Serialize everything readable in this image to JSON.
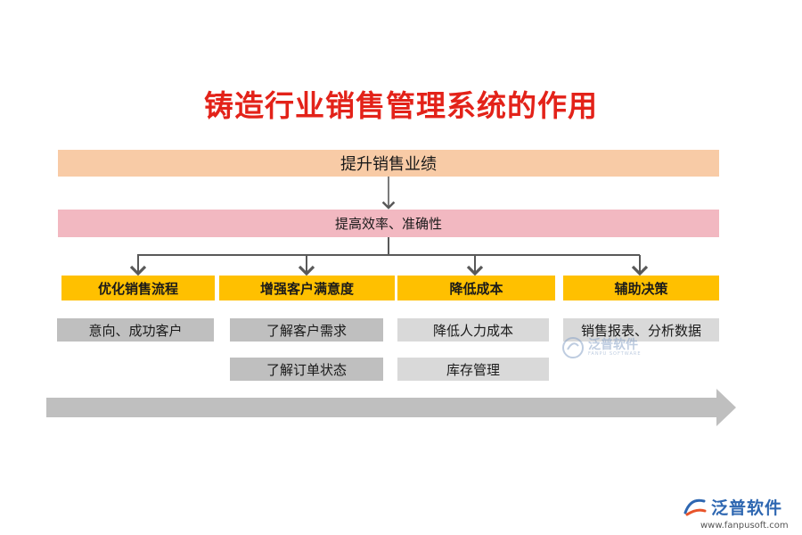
{
  "title": "铸造行业销售管理系统的作用",
  "top_box": "提升销售业绩",
  "middle_box": "提高效率、准确性",
  "categories": [
    {
      "label": "优化销售流程",
      "items": [
        "意向、成功客户"
      ]
    },
    {
      "label": "增强客户满意度",
      "items": [
        "了解客户需求",
        "了解订单状态"
      ]
    },
    {
      "label": "降低成本",
      "items": [
        "降低人力成本",
        "库存管理"
      ]
    },
    {
      "label": "辅助决策",
      "items": [
        "销售报表、分析数据"
      ]
    }
  ],
  "colors": {
    "title": "#e32219",
    "top_box": "#f8cba6",
    "middle_box": "#f2b8c1",
    "category": "#ffc000",
    "item_dark": "#bfbfbf",
    "item_light": "#d9d9d9",
    "connector": "#595959",
    "arrow": "#bfbfbf"
  },
  "watermark": {
    "text": "泛普软件",
    "sub": "FANPU SOFTWARE"
  },
  "logo": {
    "icon": "fanpu-logo-icon",
    "text": "泛普软件",
    "url": "www.fanpusoft.com"
  }
}
